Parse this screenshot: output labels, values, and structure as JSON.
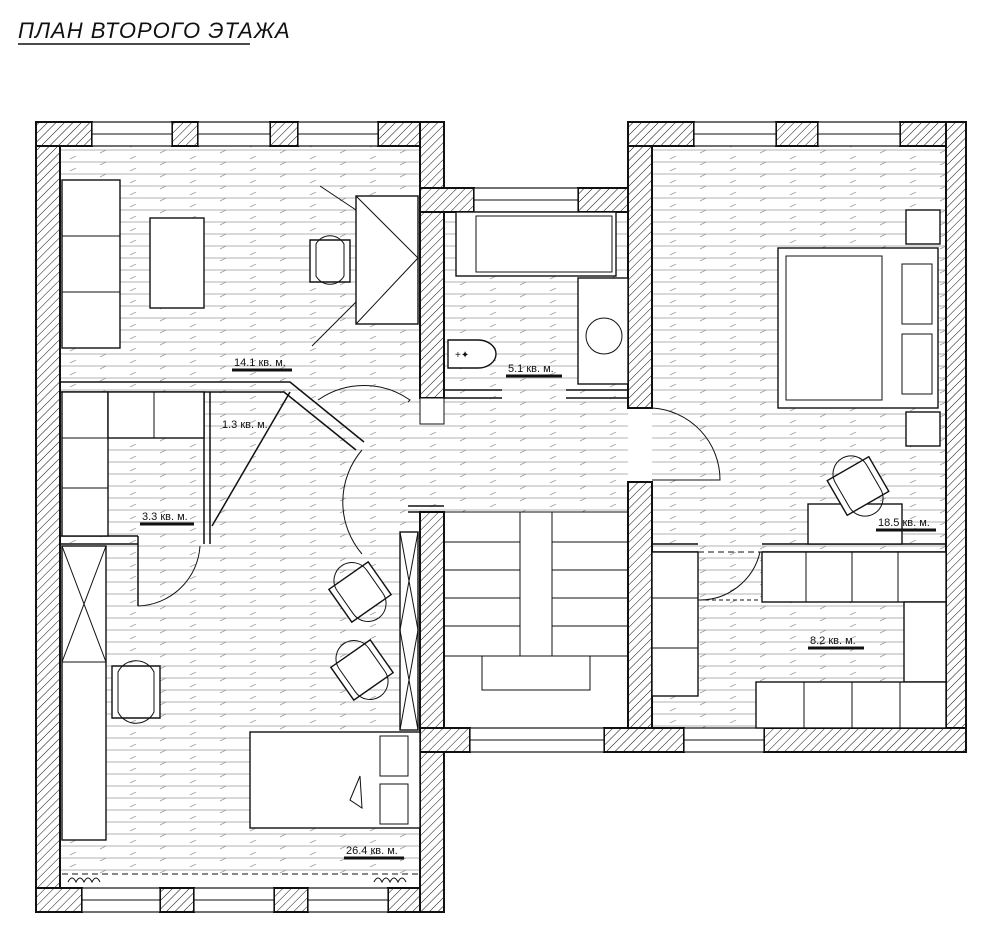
{
  "plan": {
    "title": "ПЛАН ВТОРОГО ЭТАЖА"
  },
  "rooms": [
    {
      "id": "office",
      "label": "14.1 кв. м."
    },
    {
      "id": "bathroom",
      "label": "5.1 кв. м."
    },
    {
      "id": "closet-small",
      "label": "1.3 кв. м."
    },
    {
      "id": "wardrobe",
      "label": "3.3 кв. м."
    },
    {
      "id": "bedroom-master",
      "label": "18.5 кв. м."
    },
    {
      "id": "dressing",
      "label": "8.2 кв. м."
    },
    {
      "id": "bedroom-large",
      "label": "26.4 кв. м."
    }
  ],
  "colors": {
    "line": "#111111",
    "floor_hatch": "#9a9a9a",
    "background": "#ffffff"
  }
}
